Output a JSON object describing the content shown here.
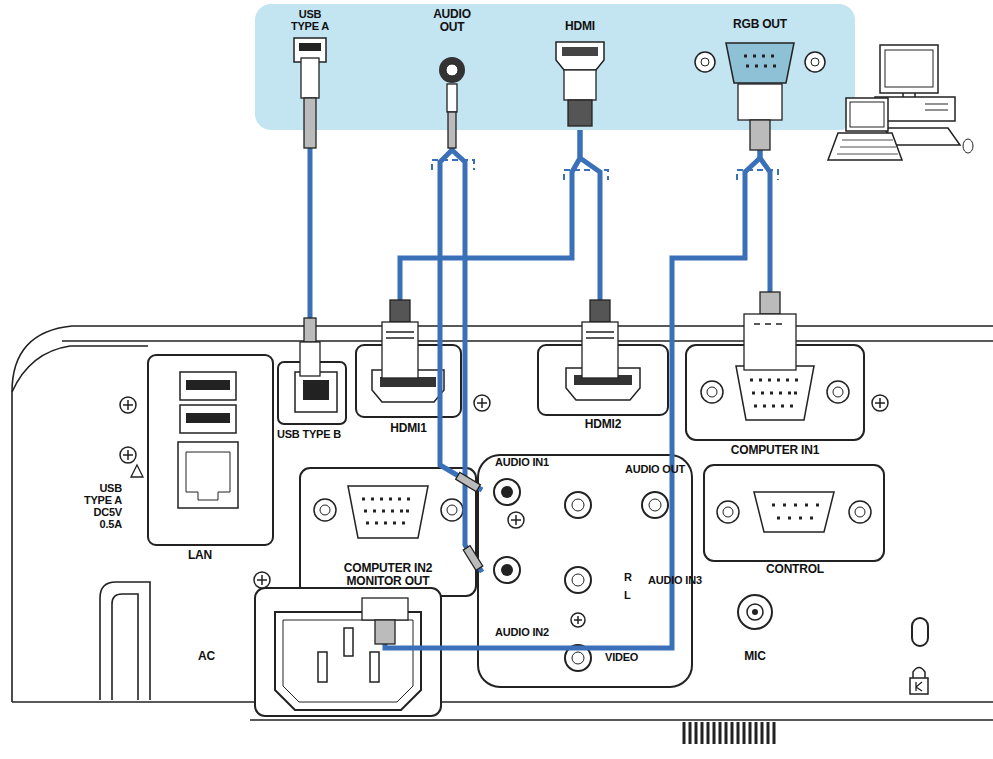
{
  "diagram": {
    "nodes": [
      {
        "text": [
          "USB TYPE A"
        ]
      },
      {
        "text": [
          "AUDIO OUT"
        ]
      },
      {
        "text": [
          "HDMI"
        ]
      },
      {
        "text": [
          "RGB OUT"
        ]
      },
      {
        "text": [
          "USB TYPE B"
        ]
      },
      {
        "text": [
          "HDMI1"
        ]
      },
      {
        "text": [
          "HDMI2"
        ]
      },
      {
        "text": [
          "COMPUTER IN1"
        ]
      },
      {
        "text": [
          "AUDIO IN1"
        ]
      },
      {
        "text": [
          "COMPUTER IN2 MONITOR OUT"
        ]
      },
      {
        "text": [
          "AUDIO IN2"
        ]
      }
    ],
    "edges": [
      {
        "from": 0,
        "to": 4,
        "arrow": "none"
      },
      {
        "from": 1,
        "to": 8,
        "arrow": "none"
      },
      {
        "from": 1,
        "to": 10,
        "arrow": "none"
      },
      {
        "from": 2,
        "to": 5,
        "arrow": "none"
      },
      {
        "from": 2,
        "to": 6,
        "arrow": "none"
      },
      {
        "from": 3,
        "to": 7,
        "arrow": "none"
      },
      {
        "from": 3,
        "to": 9,
        "arrow": "none"
      }
    ],
    "labels": [
      "USB TYPE A DC5V 0.5A",
      "LAN",
      "AC",
      "AUDIO OUT",
      "AUDIO IN3",
      "R",
      "L",
      "VIDEO",
      "CONTROL",
      "MIC"
    ]
  }
}
